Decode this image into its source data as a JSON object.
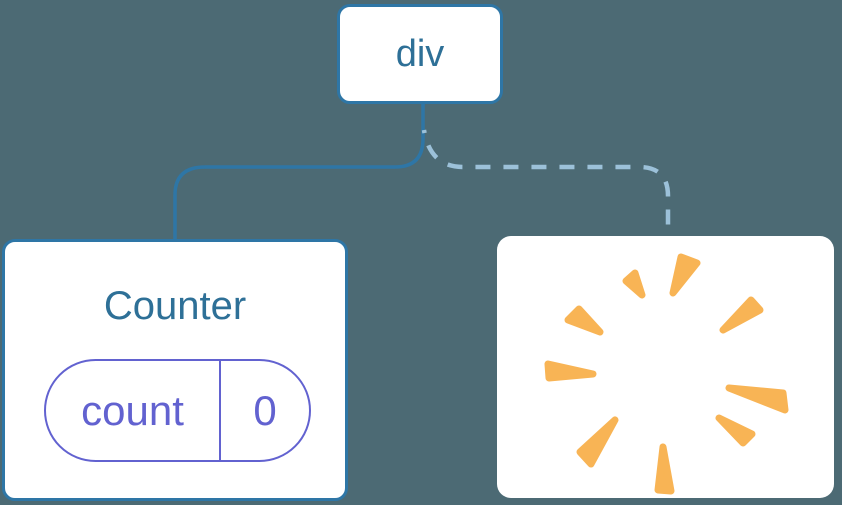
{
  "theme": {
    "background": "#4c6a74",
    "box_background": "#ffffff",
    "line_solid": "#2e76a6",
    "line_dashed": "#9cc1d9",
    "heading_text": "#2e7097",
    "state_accent": "#6262d0",
    "poof_color": "#f8b455"
  },
  "diagram": {
    "root_node": {
      "label": "div"
    },
    "counter_node": {
      "title": "Counter",
      "state_pill": {
        "key": "count",
        "value": "0"
      }
    },
    "removed_node": {
      "icon": "poof-starburst-icon"
    }
  }
}
